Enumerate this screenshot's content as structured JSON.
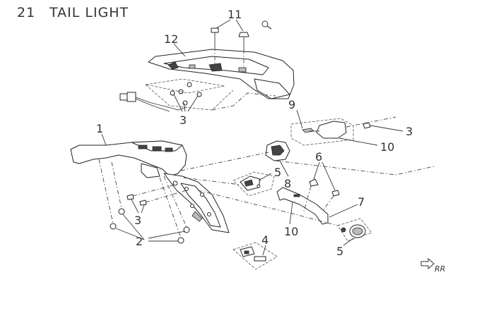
{
  "title": {
    "number": "21",
    "name": "TAIL LIGHT"
  },
  "direction": "RR",
  "callouts": {
    "c1": "1",
    "c2": "2",
    "c3a": "3",
    "c3b": "3",
    "c3c": "3",
    "c4": "4",
    "c5a": "5",
    "c5b": "5",
    "c6": "6",
    "c7": "7",
    "c8": "8",
    "c9": "9",
    "c10a": "10",
    "c10b": "10",
    "c11": "11",
    "c12": "12"
  }
}
